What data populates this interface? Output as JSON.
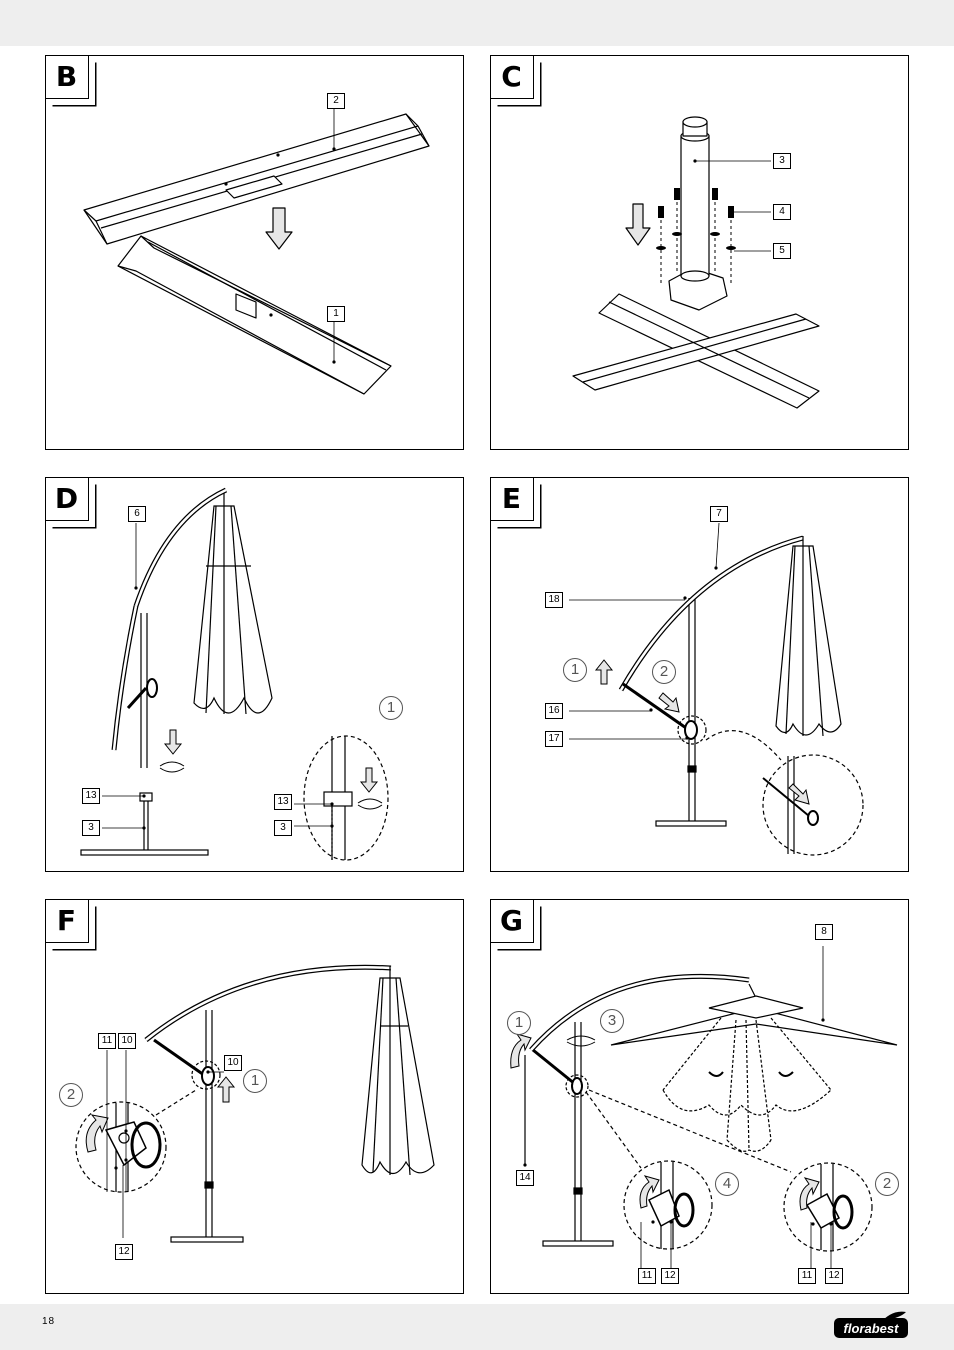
{
  "page": {
    "number": "18",
    "brand": "florabest"
  },
  "panels": {
    "B": {
      "label": "B",
      "callouts": [
        "2",
        "1"
      ]
    },
    "C": {
      "label": "C",
      "callouts": [
        "3",
        "4",
        "5"
      ]
    },
    "D": {
      "label": "D",
      "callouts": [
        "6",
        "13",
        "3",
        "13",
        "3"
      ],
      "steps": [
        "1"
      ]
    },
    "E": {
      "label": "E",
      "callouts": [
        "7",
        "18",
        "16",
        "17"
      ],
      "steps": [
        "1",
        "2"
      ]
    },
    "F": {
      "label": "F",
      "callouts": [
        "11",
        "10",
        "10",
        "12"
      ],
      "steps": [
        "2",
        "1"
      ]
    },
    "G": {
      "label": "G",
      "callouts": [
        "8",
        "14",
        "11",
        "12",
        "11",
        "12"
      ],
      "steps": [
        "1",
        "3",
        "4",
        "2"
      ]
    }
  }
}
